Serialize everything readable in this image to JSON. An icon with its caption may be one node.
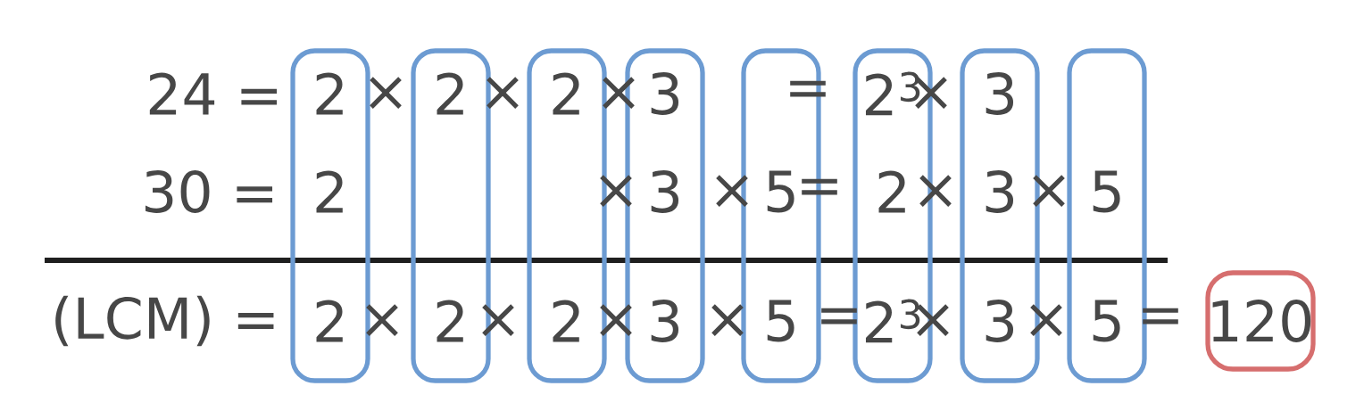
{
  "diagram": {
    "nodes": [
      {
        "text": [
          "2",
          "2",
          "2"
        ]
      },
      {
        "text": [
          "2",
          "2"
        ]
      },
      {
        "text": [
          "2",
          "2"
        ]
      },
      {
        "text": [
          "3",
          "3",
          "3"
        ]
      },
      {
        "text": [
          "5",
          "5"
        ]
      },
      {
        "text": [
          "2$^{3}$",
          "2",
          "2$^{3}$"
        ]
      },
      {
        "text": [
          "3",
          "3",
          "3"
        ]
      },
      {
        "text": [
          "5",
          "5"
        ]
      },
      {
        "text": [
          "120"
        ]
      }
    ],
    "labels": [
      "24 =",
      "×",
      "×",
      "×",
      "=",
      "×",
      "30 =",
      "×",
      "×",
      "=",
      "×",
      "×",
      "(LCM) =",
      "×",
      "×",
      "×",
      "×",
      "=",
      "×",
      "×",
      "="
    ]
  }
}
